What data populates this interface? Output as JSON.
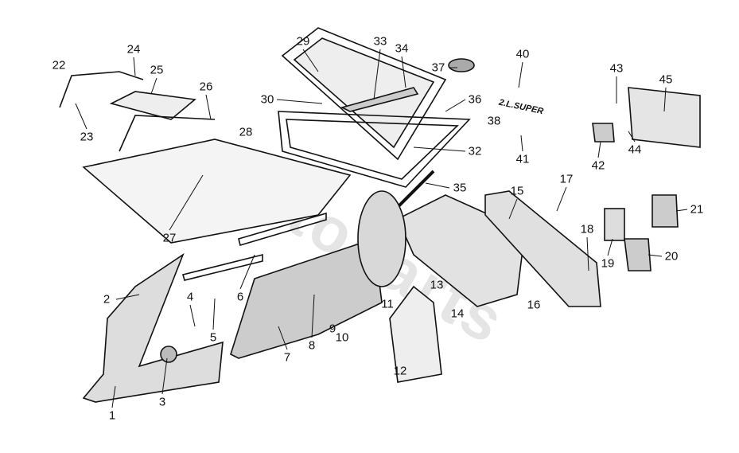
{
  "diagram": {
    "watermark": "Autoparts",
    "badge_text": "2.L.SUPER",
    "part_labels": [
      "1",
      "2",
      "3",
      "4",
      "5",
      "6",
      "7",
      "8",
      "9",
      "10",
      "11",
      "12",
      "13",
      "14",
      "15",
      "16",
      "17",
      "18",
      "19",
      "20",
      "21",
      "22",
      "23",
      "24",
      "25",
      "26",
      "27",
      "28",
      "29",
      "30",
      "32",
      "33",
      "34",
      "35",
      "36",
      "37",
      "38",
      "40",
      "41",
      "42",
      "43",
      "44",
      "45"
    ],
    "line_color": "#111111"
  }
}
